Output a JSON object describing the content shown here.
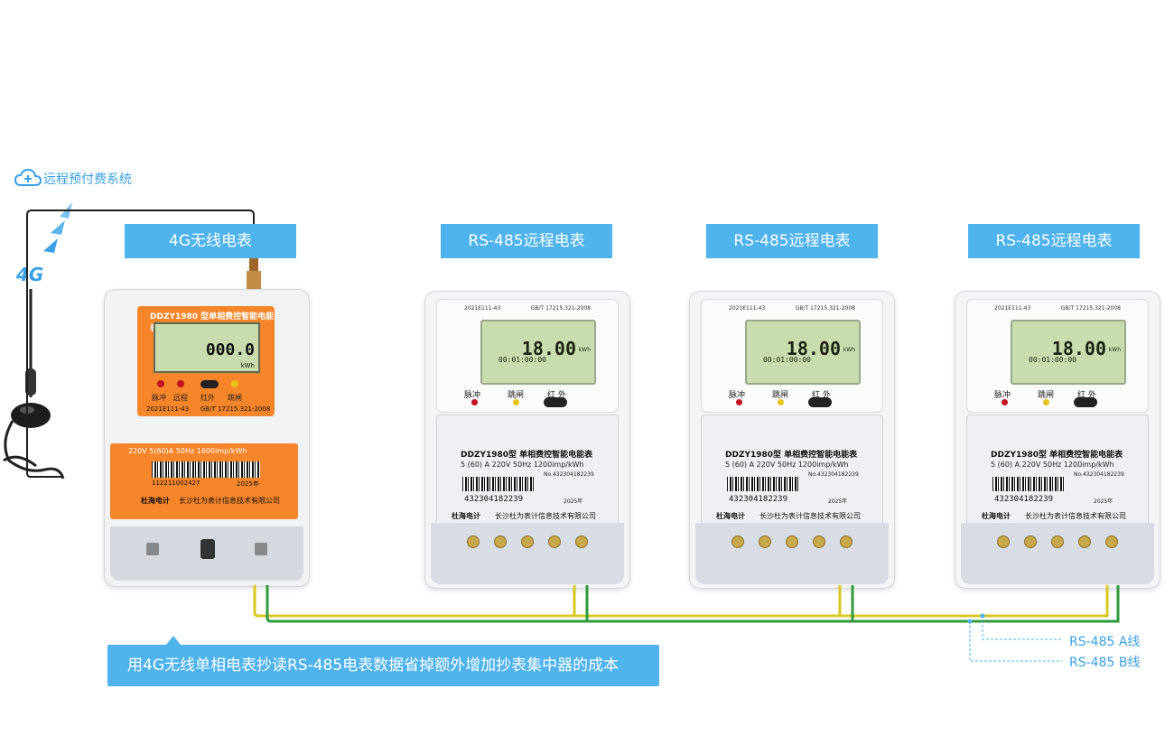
{
  "header": {
    "system_title": "远程预付费系统"
  },
  "network": {
    "signal_label": "4G"
  },
  "labels": {
    "wireless_meter": "4G无线电表",
    "rs485_meter_1": "RS-485远程电表",
    "rs485_meter_2": "RS-485远程电表",
    "rs485_meter_3": "RS-485远程电表"
  },
  "wireless_meter": {
    "model": "DDZY1980 型单相费控智能电能表",
    "reading": "000.0",
    "unit": "kWh",
    "cert": "2021E111-43",
    "standard": "GB/T 17215.321-2008",
    "spec": "220V 5(60)A 50Hz 1600imp/kWh",
    "serial": "112211002427",
    "year": "2025年",
    "brand": "杜海电计",
    "maker": "长沙杜为表计信息技术有限公司",
    "indicators": [
      "脉冲",
      "远程",
      "红外",
      "跳闸"
    ]
  },
  "rs485_meter": {
    "cert": "2021E111-43",
    "standard": "GB/T 17215.321-2008",
    "reading": "18.00",
    "unit": "kWh",
    "time": "00:01:00:00",
    "model": "DDZY1980型 单相费控智能电能表",
    "spec": "5 (60) A 220V 50Hz 1200imp/kWh",
    "serial_no": "No.432304182239",
    "serial": "432304182239",
    "year": "2025年",
    "brand": "杜海电计",
    "maker": "长沙杜为表计信息技术有限公司",
    "indicators": [
      "脉冲",
      "跳闸",
      "红 外"
    ]
  },
  "wires": {
    "a_line": "RS-485 A线",
    "b_line": "RS-485 B线"
  },
  "colors": {
    "accent": "#4fb3ee",
    "yellow_wire": "#d8c81e",
    "green_wire": "#2f9a3a",
    "orange": "#f7852a"
  },
  "note": "用4G无线单相电表抄读RS-485电表数据省掉额外增加抄表集中器的成本"
}
